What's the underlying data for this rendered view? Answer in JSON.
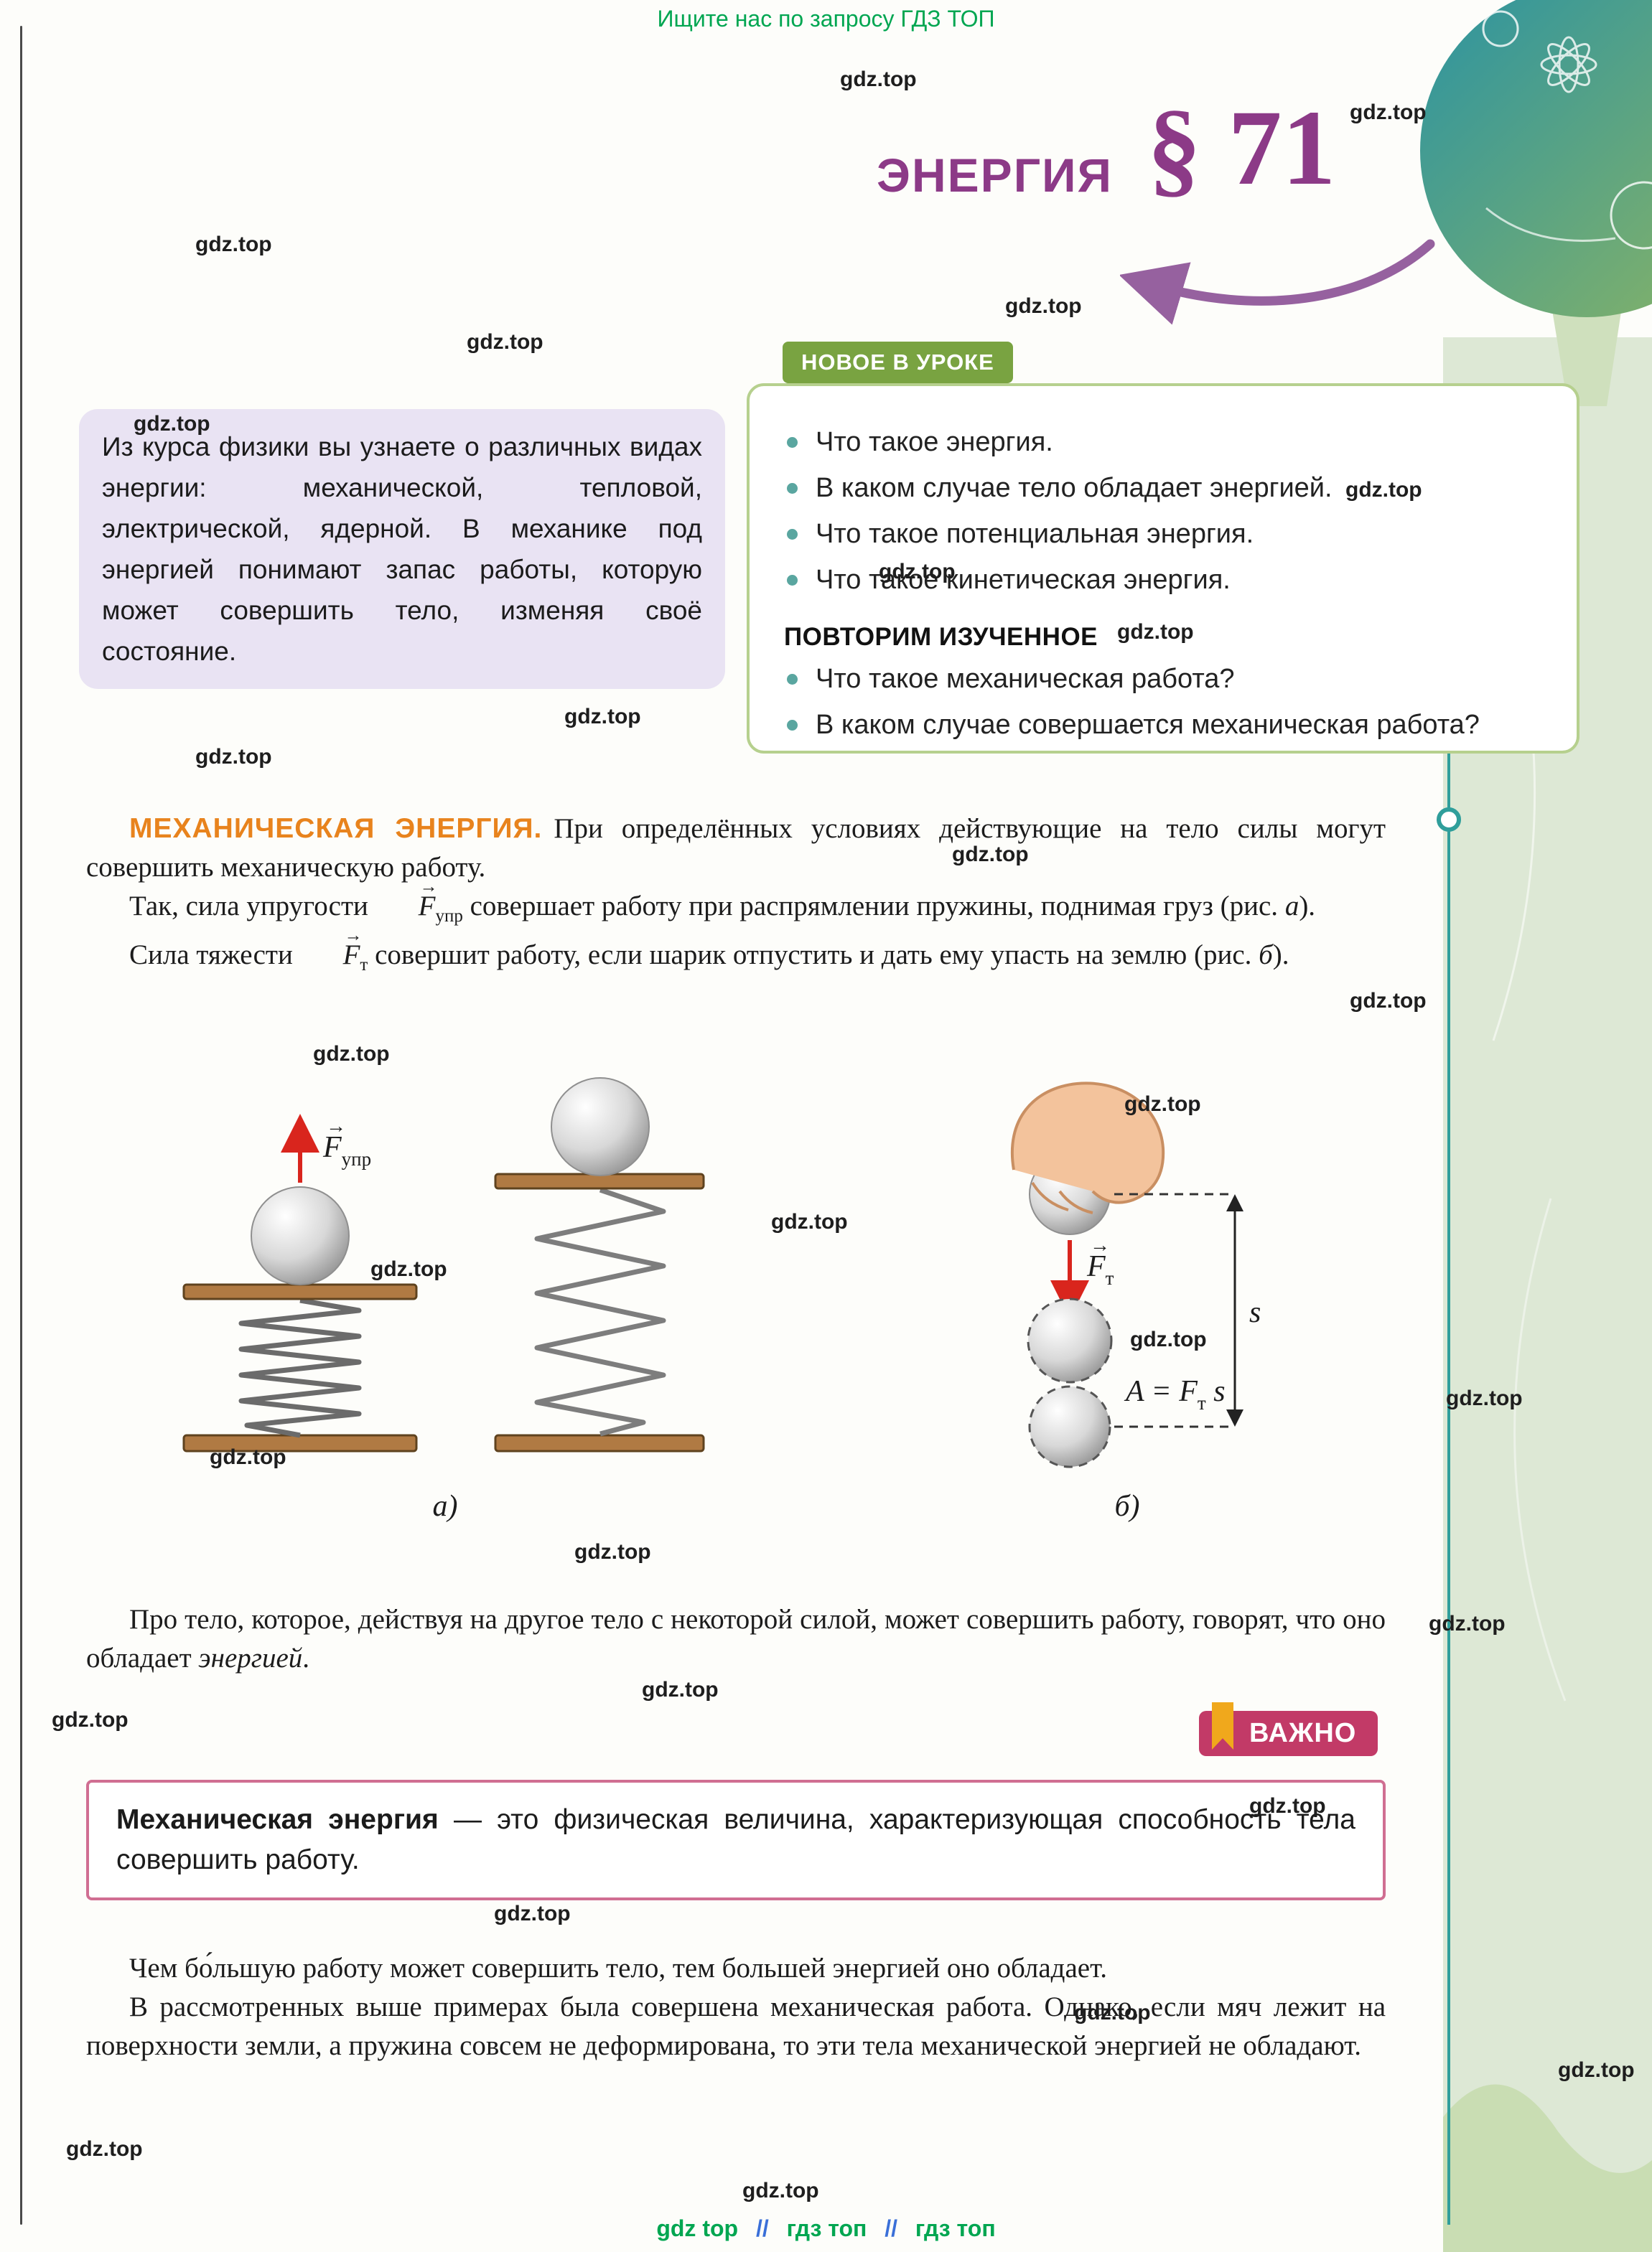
{
  "banner": "Ищите нас по запросу ГДЗ ТОП",
  "watermark": "gdz.top",
  "sym_arrow": "→",
  "header": {
    "title": "ЭНЕРГИЯ",
    "section_number": "§ 71"
  },
  "intro_box": {
    "text": "Из курса физики вы узнаете о различных видах энергии: механической, тепловой, электрической, ядерной. В механике под энергией понимают запас работы, которую может совершить тело, изменяя своё состояние."
  },
  "new_in_lesson": {
    "title": "НОВОЕ В УРОКЕ",
    "items": [
      "Что такое энергия.",
      "В каком случае тело обладает энергией.",
      "Что такое потенциальная энергия.",
      "Что такое кинетическая энергия."
    ]
  },
  "review": {
    "title": "ПОВТОРИМ ИЗУЧЕННОЕ",
    "items": [
      "Что такое механическая работа?",
      "В каком случае совершается механическая работа?"
    ]
  },
  "body": {
    "heading": "МЕХАНИЧЕСКАЯ ЭНЕРГИЯ.",
    "p1": "При определённых условиях действующие на тело силы могут совершить механическую работу.",
    "p2": {
      "pre": "Так, сила упругости ",
      "sym": "F",
      "sub": "упр",
      "post": " совершает работу при распрямлении пружины, поднимая груз (рис. ",
      "fig": "а",
      "close": ")."
    },
    "p3": {
      "pre": "Сила тяжести ",
      "sym": "F",
      "sub": "т",
      "post": " совершит работу, если шарик отпустить и дать ему упасть на землю (рис. ",
      "fig": "б",
      "close": ")."
    },
    "p4": {
      "pre": "Про тело, которое, действуя на другое тело с некоторой силой, может совершить работу, говорят, что оно обладает ",
      "em": "энергией",
      "close": "."
    },
    "p5": "Чем бо́льшую работу может совершить тело, тем большей энергией оно обладает.",
    "p6": "В рассмотренных выше примерах была совершена механическая работа. Однако, если мяч лежит на поверхности земли, а пружина совсем не деформирована, то эти тела механической энергией не обладают."
  },
  "figure": {
    "force_spring": {
      "sym": "F",
      "sub": "упр"
    },
    "force_gravity": {
      "sym": "F",
      "sub": "т"
    },
    "distance_label": "s",
    "formula": {
      "pre": "A = F",
      "sub": "т",
      "post": " s"
    },
    "label_a": "а)",
    "label_b": "б)"
  },
  "important": {
    "badge": "ВАЖНО",
    "term": "Механическая энергия",
    "text": " — это физическая величина, характеризующая способность тела совершить работу."
  },
  "footer": {
    "links": [
      "gdz top",
      "гдз топ",
      "гдз топ"
    ],
    "separator": "//"
  },
  "colors": {
    "accent_purple": "#8c3a87",
    "accent_orange": "#e8831d",
    "pill_green": "#79a341",
    "badge_crimson": "#c23a67",
    "banner_green": "#00a651",
    "band_green": "#dde8d5"
  }
}
